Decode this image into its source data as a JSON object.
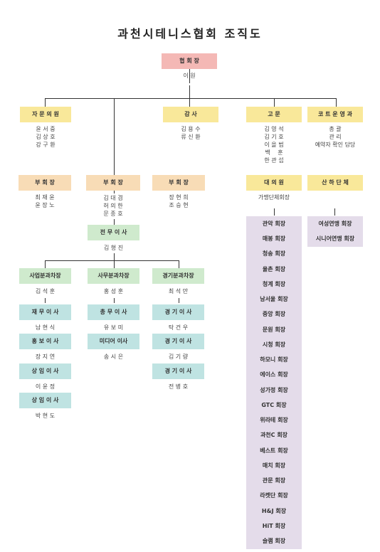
{
  "title": "과천시테니스협회 조직도",
  "president": {
    "label": "협 회 장",
    "names": [
      "이 원"
    ]
  },
  "advisory": {
    "label": "자 문 의 원",
    "names": [
      "윤 서 중",
      "김 상 호",
      "강 구 환"
    ]
  },
  "auditor": {
    "label": "감 사",
    "names": [
      "김 용 수",
      "류 신 환"
    ]
  },
  "counsel": {
    "label": "고 문",
    "names": [
      "김 영 석",
      "김 기 호",
      "이 을 범",
      "백　 훈",
      "한 관 섭"
    ]
  },
  "court_ops": {
    "label": "코 트 운 영 과",
    "names": [
      "총 괄",
      "관 리",
      "예약자 확인 담당"
    ]
  },
  "vp1": {
    "label": "부 회 장",
    "names": [
      "최 재 윤",
      "윤 장 노"
    ]
  },
  "vp2": {
    "label": "부 회 장",
    "names": [
      "김 대 겸",
      "허 의 한",
      "문 종 호"
    ]
  },
  "vp3": {
    "label": "부 회 장",
    "names": [
      "장 현 희",
      "조 승 현"
    ]
  },
  "delegates": {
    "label": "대 의 원",
    "names": [
      "가맹단체회장"
    ]
  },
  "affiliates": {
    "label": "산 하 단 체"
  },
  "executive": {
    "label": "전 무 이 사",
    "names": [
      "김 형 진"
    ]
  },
  "biz_dept": {
    "label": "사업분과차장",
    "names": [
      "김 석 훈"
    ]
  },
  "admin_dept": {
    "label": "사무분과차장",
    "names": [
      "홍 성 훈"
    ]
  },
  "match_dept": {
    "label": "경기분과차장",
    "names": [
      "최 석 만"
    ]
  },
  "biz_items": [
    {
      "label": "재 무 이 사",
      "name": "남 현 식"
    },
    {
      "label": "홍 보 이 사",
      "name": "장 지 연"
    },
    {
      "label": "상 임 이 사",
      "name": "이 윤 정"
    },
    {
      "label": "상 임 이 사",
      "name": "박 현 도"
    }
  ],
  "admin_items": [
    {
      "label": "총 무 이 사",
      "name": "유 보 미"
    },
    {
      "label": "미디어 이사",
      "name": "송 시 은"
    }
  ],
  "match_items": [
    {
      "label": "경 기 이 사",
      "name": "탁 건 우"
    },
    {
      "label": "경 기 이 사",
      "name": "김 기 량"
    },
    {
      "label": "경 기 이 사",
      "name": "전 병 호"
    }
  ],
  "clubs": [
    "관악 회장",
    "매봉 회장",
    "청송 회장",
    "율촌 회장",
    "청계 회장",
    "남서울 회장",
    "중앙 회장",
    "문원 회장",
    "시청 회장",
    "하모니 회장",
    "에이스 회장",
    "성가정 회장",
    "GTC 회장",
    "위라테 회장",
    "과천C 회장",
    "베스트 회장",
    "매치 회장",
    "관문 회장",
    "라켓단 회장",
    "H&J 회장",
    "HiT 회장",
    "슬램 회장"
  ],
  "affiliate_items": [
    "여성연맹 회장",
    "시니어연맹 회장"
  ]
}
